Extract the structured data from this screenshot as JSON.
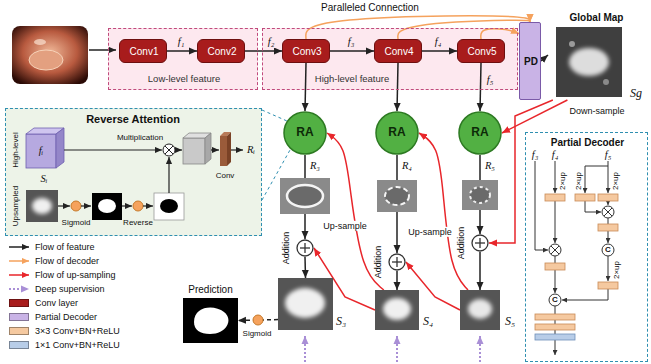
{
  "diagram": {
    "nodes": [
      {
        "text": [
          "Low-level feature"
        ]
      },
      {
        "text": [
          "Conv1"
        ],
        "in": 0
      },
      {
        "text": [
          "Conv2"
        ],
        "in": 0
      },
      {
        "text": [
          "High-level feature"
        ]
      },
      {
        "text": [
          "Conv3"
        ],
        "in": 3
      },
      {
        "text": [
          "Conv4"
        ],
        "in": 3
      },
      {
        "text": [
          "Conv5"
        ],
        "in": 3
      },
      {
        "text": [
          "PD"
        ]
      },
      {
        "text": [
          "Global Map",
          "Sg"
        ]
      },
      {
        "text": [
          "Reverse Attention"
        ]
      },
      {
        "text": [
          "RA"
        ]
      },
      {
        "text": [
          "RA"
        ]
      },
      {
        "text": [
          "RA"
        ]
      },
      {
        "text": [
          "Addition"
        ]
      },
      {
        "text": [
          "Addition"
        ]
      },
      {
        "text": [
          "Addition"
        ]
      },
      {
        "text": [
          "Prediction"
        ]
      },
      {
        "text": [
          "S₃"
        ]
      },
      {
        "text": [
          "S₄"
        ]
      },
      {
        "text": [
          "S₅"
        ]
      },
      {
        "text": [
          "Partial Decoder"
        ]
      }
    ],
    "edges": [
      {
        "from": 1,
        "to": 2,
        "arrow": "to",
        "label": "f₁"
      },
      {
        "from": 2,
        "to": 4,
        "arrow": "to",
        "label": "f₂"
      },
      {
        "from": 4,
        "to": 5,
        "arrow": "to",
        "label": "f₃"
      },
      {
        "from": 5,
        "to": 6,
        "arrow": "to",
        "label": "f₄"
      },
      {
        "from": 4,
        "to": 7,
        "arrow": "to"
      },
      {
        "from": 5,
        "to": 7,
        "arrow": "to"
      },
      {
        "from": 6,
        "to": 7,
        "arrow": "to"
      },
      {
        "from": 7,
        "to": 8,
        "arrow": "to"
      },
      {
        "from": 4,
        "to": 10,
        "arrow": "to"
      },
      {
        "from": 5,
        "to": 11,
        "arrow": "to"
      },
      {
        "from": 6,
        "to": 12,
        "arrow": "to",
        "label": "f₅"
      },
      {
        "from": 8,
        "to": 12,
        "arrow": "to",
        "label": "Down-sample"
      },
      {
        "from": 8,
        "to": 15,
        "arrow": "to"
      },
      {
        "from": 12,
        "to": 15,
        "arrow": "to",
        "label": "R₅"
      },
      {
        "from": 11,
        "to": 14,
        "arrow": "to",
        "label": "R₄"
      },
      {
        "from": 10,
        "to": 13,
        "arrow": "to",
        "label": "R₃"
      },
      {
        "from": 15,
        "to": 19,
        "arrow": "to"
      },
      {
        "from": 14,
        "to": 18,
        "arrow": "to"
      },
      {
        "from": 13,
        "to": 17,
        "arrow": "to"
      },
      {
        "from": 19,
        "to": 11,
        "arrow": "to"
      },
      {
        "from": 19,
        "to": 14,
        "arrow": "to",
        "label": "Up-sample"
      },
      {
        "from": 18,
        "to": 10,
        "arrow": "to"
      },
      {
        "from": 18,
        "to": 13,
        "arrow": "to",
        "label": "Up-sample"
      },
      {
        "from": 17,
        "to": 16,
        "arrow": "to",
        "label": "Sigmoid"
      }
    ],
    "labels": [
      "Paralleled Connection",
      "High-level",
      "fᵢ",
      "Sᵢ",
      "Upsampled",
      "Multiplication",
      "Sigmoid",
      "Reverse",
      "Conv",
      "Rᵢ",
      "f₃",
      "f₄",
      "f₅",
      "2×up",
      "2×up",
      "2×up",
      "2×up",
      "C",
      "C"
    ],
    "legend": [
      {
        "text": "Flow of feature"
      },
      {
        "text": "Flow of decoder"
      },
      {
        "text": "Flow of up-sampling"
      },
      {
        "text": "Deep supervision"
      },
      {
        "text": "Conv layer",
        "color": "#a81c1c"
      },
      {
        "text": "Partial Decoder",
        "color": "#c9b3e6"
      },
      {
        "text": "3×3 Conv+BN+ReLU",
        "color": "#f5c9a0"
      },
      {
        "text": "1×1 Conv+BN+ReLU",
        "color": "#b8cde8"
      }
    ]
  }
}
